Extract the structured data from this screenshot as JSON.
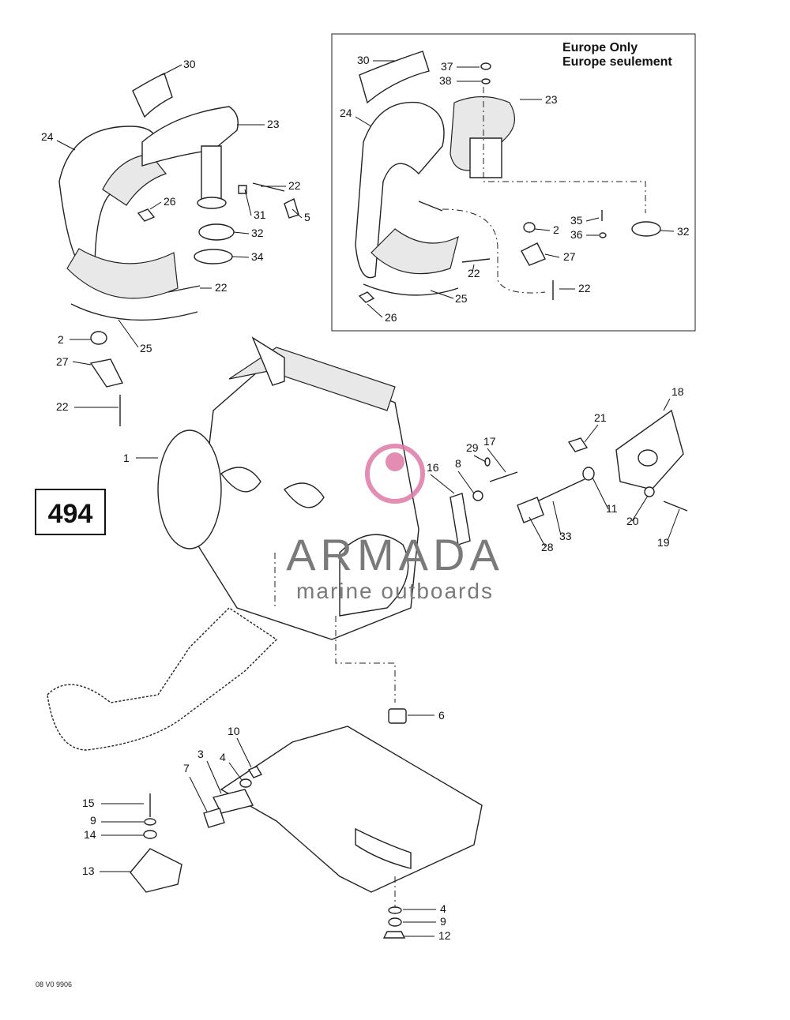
{
  "inset": {
    "title_line1": "Europe Only",
    "title_line2": "Europe seulement"
  },
  "page_number": "494",
  "drawing_code": "08 V0 9906",
  "watermark": {
    "brand": "ARMADA",
    "tagline": "marine outboards",
    "accent_color": "#e07aa8",
    "text_color": "#7a7a7a"
  },
  "callouts": {
    "main": [
      {
        "id": "c30a",
        "label": "30"
      },
      {
        "id": "c23a",
        "label": "23"
      },
      {
        "id": "c24a",
        "label": "24"
      },
      {
        "id": "c22a",
        "label": "22"
      },
      {
        "id": "c26a",
        "label": "26"
      },
      {
        "id": "c31a",
        "label": "31"
      },
      {
        "id": "c5a",
        "label": "5"
      },
      {
        "id": "c32a",
        "label": "32"
      },
      {
        "id": "c34a",
        "label": "34"
      },
      {
        "id": "c22b",
        "label": "22"
      },
      {
        "id": "c25a",
        "label": "25"
      },
      {
        "id": "c2a",
        "label": "2"
      },
      {
        "id": "c27a",
        "label": "27"
      },
      {
        "id": "c22c",
        "label": "22"
      },
      {
        "id": "c1a",
        "label": "1"
      },
      {
        "id": "c18a",
        "label": "18"
      },
      {
        "id": "c21a",
        "label": "21"
      },
      {
        "id": "c17a",
        "label": "17"
      },
      {
        "id": "c29a",
        "label": "29"
      },
      {
        "id": "c8a",
        "label": "8"
      },
      {
        "id": "c16a",
        "label": "16"
      },
      {
        "id": "c11a",
        "label": "11"
      },
      {
        "id": "c20a",
        "label": "20"
      },
      {
        "id": "c19a",
        "label": "19"
      },
      {
        "id": "c33a",
        "label": "33"
      },
      {
        "id": "c28a",
        "label": "28"
      },
      {
        "id": "c6a",
        "label": "6"
      },
      {
        "id": "c10a",
        "label": "10"
      },
      {
        "id": "c4a",
        "label": "4"
      },
      {
        "id": "c3a",
        "label": "3"
      },
      {
        "id": "c7a",
        "label": "7"
      },
      {
        "id": "c15a",
        "label": "15"
      },
      {
        "id": "c9a",
        "label": "9"
      },
      {
        "id": "c14a",
        "label": "14"
      },
      {
        "id": "c13a",
        "label": "13"
      },
      {
        "id": "c4b",
        "label": "4"
      },
      {
        "id": "c9b",
        "label": "9"
      },
      {
        "id": "c12a",
        "label": "12"
      }
    ],
    "inset": [
      {
        "id": "i30",
        "label": "30"
      },
      {
        "id": "i37",
        "label": "37"
      },
      {
        "id": "i38",
        "label": "38"
      },
      {
        "id": "i23",
        "label": "23"
      },
      {
        "id": "i24",
        "label": "24"
      },
      {
        "id": "i2",
        "label": "2"
      },
      {
        "id": "i35",
        "label": "35"
      },
      {
        "id": "i36",
        "label": "36"
      },
      {
        "id": "i32",
        "label": "32"
      },
      {
        "id": "i27",
        "label": "27"
      },
      {
        "id": "i22a",
        "label": "22"
      },
      {
        "id": "i22b",
        "label": "22"
      },
      {
        "id": "i25",
        "label": "25"
      },
      {
        "id": "i26",
        "label": "26"
      }
    ]
  }
}
